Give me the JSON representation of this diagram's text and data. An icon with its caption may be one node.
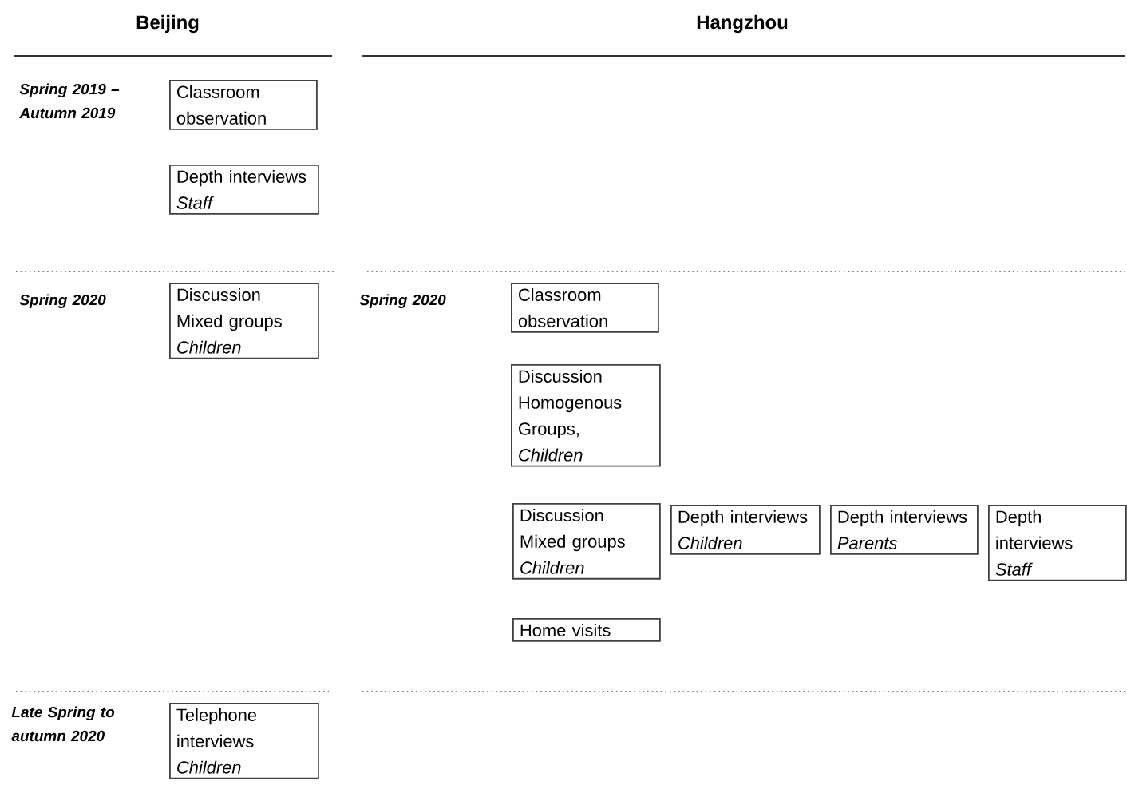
{
  "diagram": {
    "nodes": [
      {
        "text": [
          "Classroom observation"
        ]
      },
      {
        "text": [
          "Depth interviews",
          "Staff"
        ]
      },
      {
        "text": [
          "Discussion Mixed groups",
          "Children"
        ]
      },
      {
        "text": [
          "Classroom observation"
        ]
      },
      {
        "text": [
          "Discussion Homogenous Groups,",
          "Children"
        ]
      },
      {
        "text": [
          "Discussion Mixed groups",
          "Children"
        ]
      },
      {
        "text": [
          "Depth interviews",
          "Children"
        ]
      },
      {
        "text": [
          "Depth interviews",
          "Parents"
        ]
      },
      {
        "text": [
          "Depth interviews",
          "Staff"
        ]
      },
      {
        "text": [
          "Home visits"
        ]
      },
      {
        "text": [
          "Telephone interviews",
          "Children"
        ]
      }
    ],
    "labels": [
      "Beijing",
      "Hangzhou",
      "Spring 2019 – Autumn 2019",
      "Spring 2020",
      "Spring 2020",
      "Late Spring to autumn 2020"
    ]
  }
}
